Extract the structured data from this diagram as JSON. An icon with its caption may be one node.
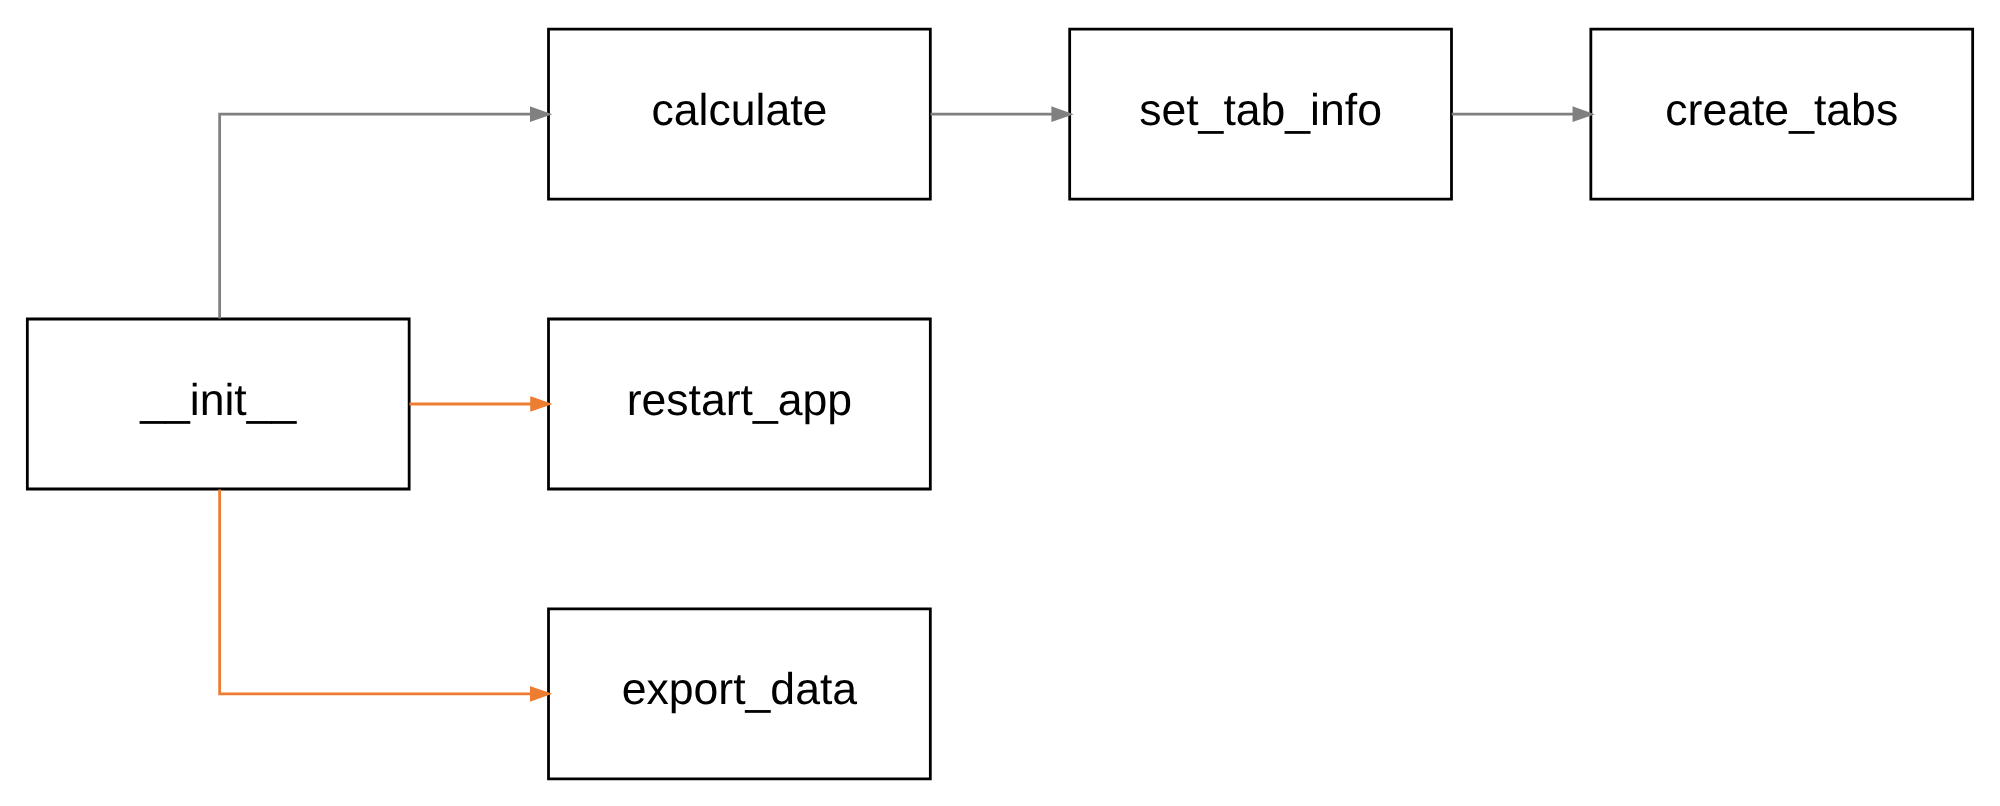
{
  "diagram": {
    "nodes": [
      {
        "text": [
          "__init__"
        ]
      },
      {
        "text": [
          "calculate"
        ]
      },
      {
        "text": [
          "set_tab_info"
        ]
      },
      {
        "text": [
          "create_tabs"
        ]
      },
      {
        "text": [
          "restart_app"
        ]
      },
      {
        "text": [
          "export_data"
        ]
      }
    ],
    "edges": [
      {
        "from": 0,
        "to": 1,
        "arrow": "to"
      },
      {
        "from": 1,
        "to": 2,
        "arrow": "to"
      },
      {
        "from": 2,
        "to": 3,
        "arrow": "to"
      },
      {
        "from": 0,
        "to": 4,
        "arrow": "to",
        "color": "#ed7d31"
      },
      {
        "from": 0,
        "to": 5,
        "arrow": "to",
        "color": "#ed7d31"
      }
    ]
  }
}
